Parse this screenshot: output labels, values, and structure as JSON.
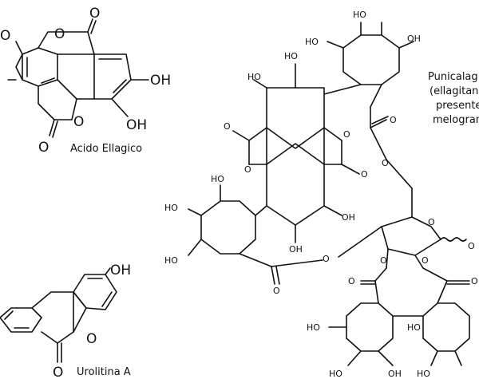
{
  "captions": {
    "ellagic": "Acido Ellagico",
    "urolithin": "Urolitina A",
    "punica_1": "Punicalag",
    "punica_2": "(ellagitann",
    "punica_3": "presente n",
    "punica_4": "melogran"
  },
  "atoms": {
    "oh": "OH",
    "ho": "HO",
    "o": "O"
  }
}
